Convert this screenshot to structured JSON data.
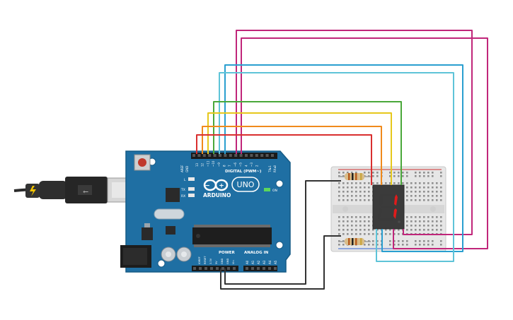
{
  "board": {
    "brand": "ARDUINO",
    "model": "UNO",
    "digital_label": "DIGITAL (PWM~)",
    "power_label": "POWER",
    "analog_label": "ANALOG IN",
    "aref": "AREF",
    "gnd": "GND",
    "led_l": "L",
    "led_tx": "TX",
    "led_rx": "RX",
    "on_label": "ON",
    "tx_pin": "TX▸1",
    "rx_pin": "RX◂0",
    "digital_pins": [
      "13",
      "12",
      "~11",
      "~10",
      "~9",
      "8",
      "7",
      "~6",
      "~5",
      "4",
      "~3",
      "2"
    ],
    "power_pins": [
      "IOREF",
      "RESET",
      "3.3V",
      "5V",
      "GND",
      "GND",
      "Vin"
    ],
    "analog_pins": [
      "A0",
      "A1",
      "A2",
      "A3",
      "A4",
      "A5"
    ]
  },
  "display": {
    "digit": "1"
  },
  "colors": {
    "board": "#1f6fa3",
    "wire_red": "#d92f2f",
    "wire_orange": "#f08a1c",
    "wire_yellow": "#e6c81c",
    "wire_green": "#4aa83a",
    "wire_blue": "#2a9fd0",
    "wire_cyan": "#5ec4d8",
    "wire_magenta": "#c0267a",
    "wire_black": "#333333",
    "segment_on": "#e01b1b",
    "segment_off": "#3a3a3a"
  }
}
